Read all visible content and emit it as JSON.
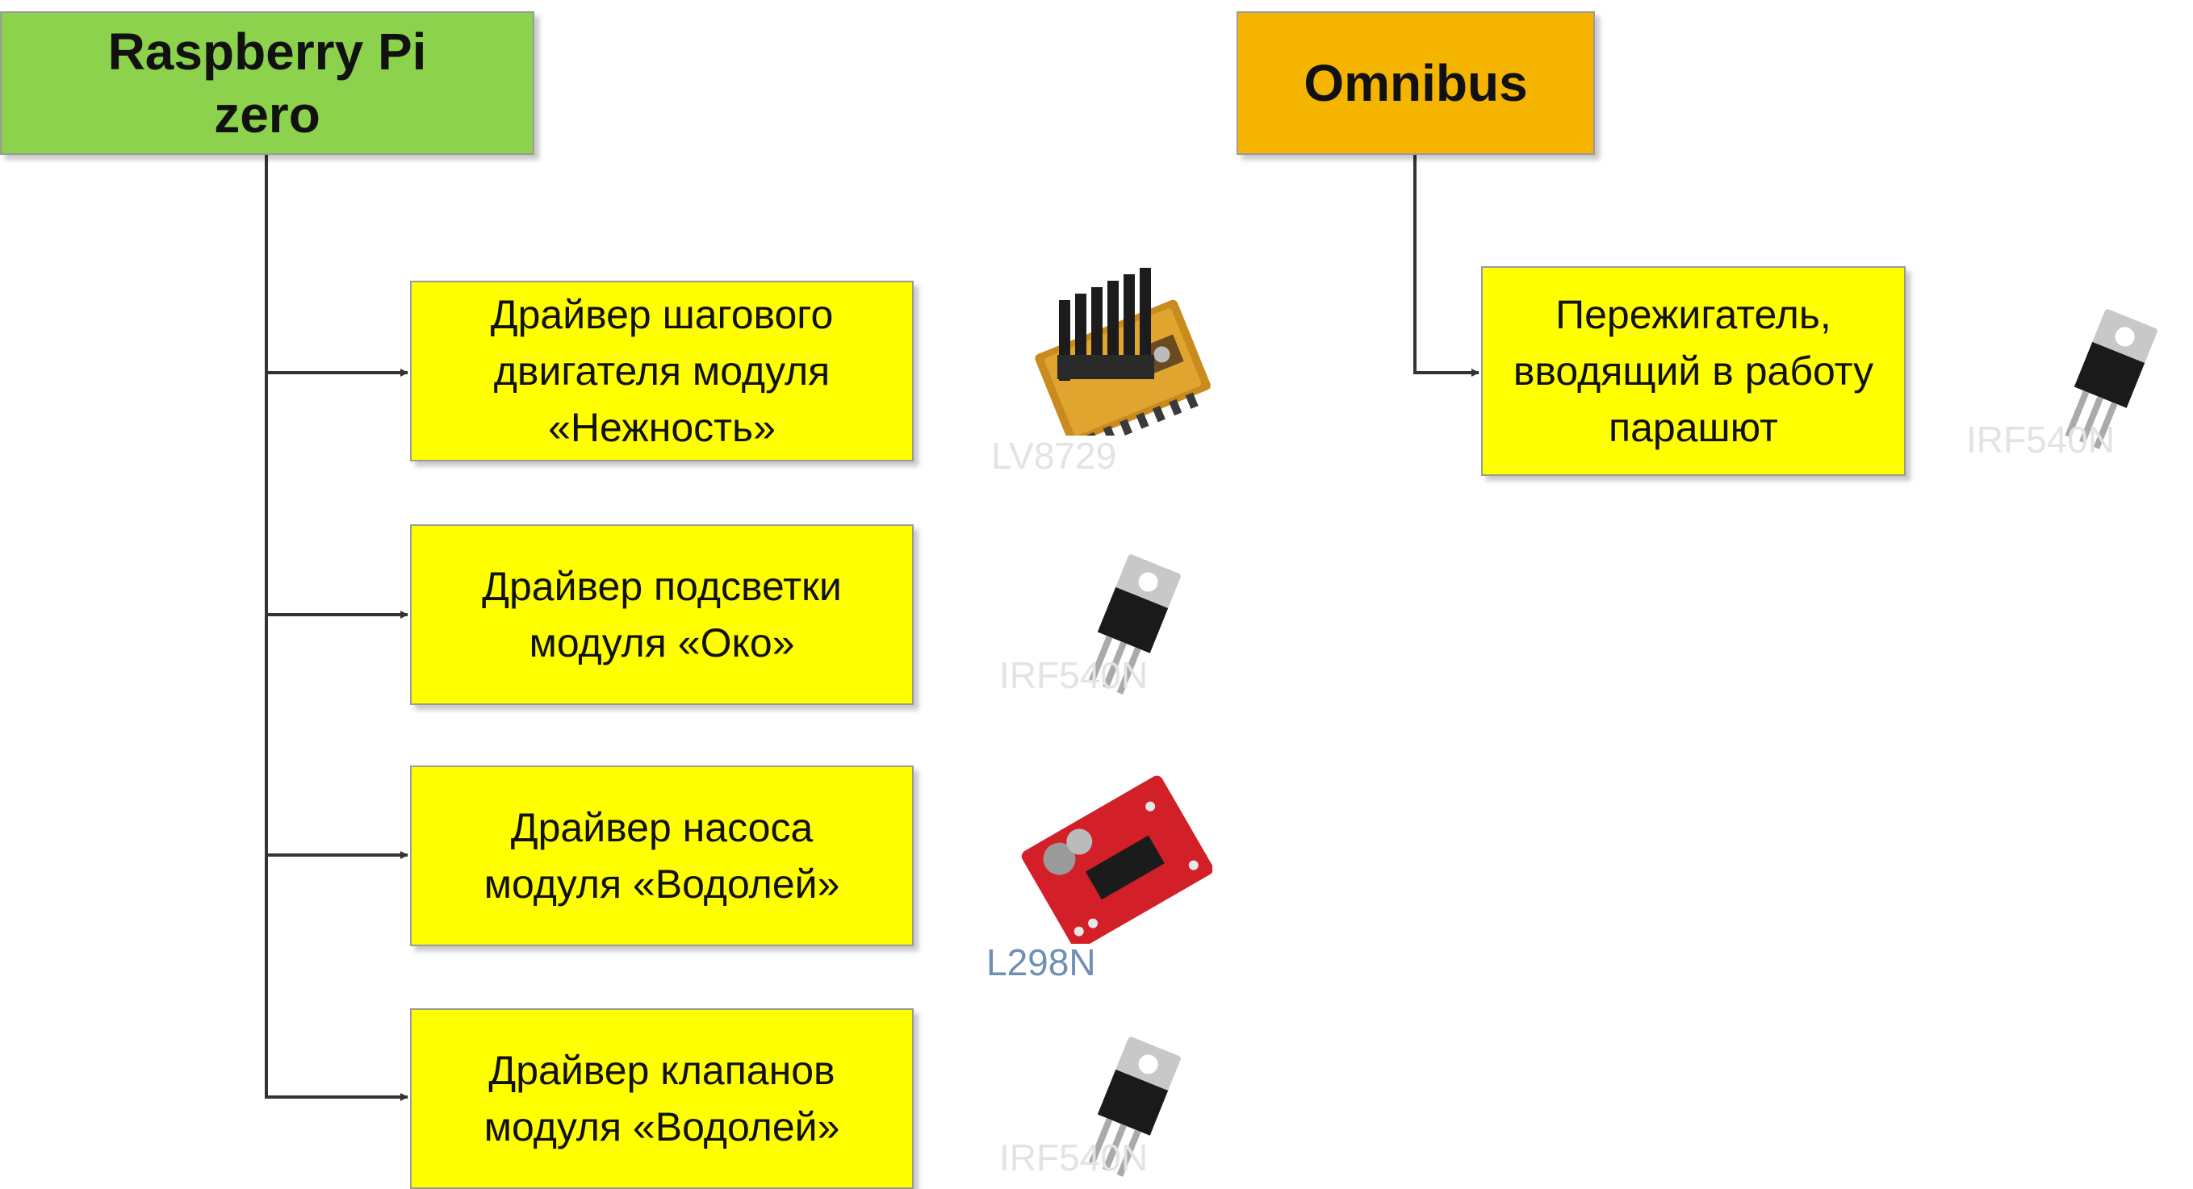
{
  "colors": {
    "pi_fill": "#8cd24c",
    "omnibus_fill": "#f5b400",
    "driver_fill": "#ffff00",
    "connector": "#333333",
    "label_faint": "#e3e3e3",
    "label_blue": "#6f8fb4"
  },
  "root_left": {
    "title": "Raspberry Pi\nzero"
  },
  "root_right": {
    "title": "Omnibus"
  },
  "drivers_left": [
    {
      "label": "Драйвер шагового\nдвигателя модуля\n«Нежность»",
      "component": "LV8729",
      "icon": "stepper-driver-board-icon"
    },
    {
      "label": "Драйвер подсветки\nмодуля «Око»",
      "component": "IRF540N",
      "icon": "to220-transistor-icon"
    },
    {
      "label": "Драйвер насоса\nмодуля «Водолей»",
      "component": "L298N",
      "icon": "motor-driver-board-icon"
    },
    {
      "label": "Драйвер клапанов\nмодуля «Водолей»",
      "component": "IRF540N",
      "icon": "to220-transistor-icon"
    }
  ],
  "drivers_right": [
    {
      "label": "Пережигатель,\nвводящий в работу\nпарашют",
      "component": "IRF540N",
      "icon": "to220-transistor-icon"
    }
  ]
}
